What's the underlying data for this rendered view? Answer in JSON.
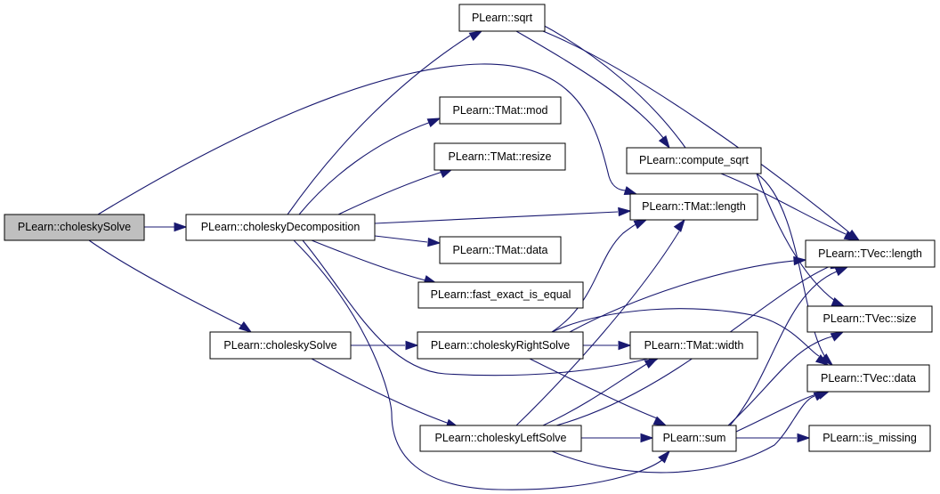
{
  "nodes": [
    {
      "id": "root",
      "label": "PLearn::choleskySolve"
    },
    {
      "id": "cdec",
      "label": "PLearn::choleskyDecomposition"
    },
    {
      "id": "csol2",
      "label": "PLearn::choleskySolve"
    },
    {
      "id": "sqrt",
      "label": "PLearn::sqrt"
    },
    {
      "id": "mod",
      "label": "PLearn::TMat::mod"
    },
    {
      "id": "resize",
      "label": "PLearn::TMat::resize"
    },
    {
      "id": "tmlen",
      "label": "PLearn::TMat::length"
    },
    {
      "id": "tmdata",
      "label": "PLearn::TMat::data"
    },
    {
      "id": "feq",
      "label": "PLearn::fast_exact_is_equal"
    },
    {
      "id": "crs",
      "label": "PLearn::choleskyRightSolve"
    },
    {
      "id": "tmw",
      "label": "PLearn::TMat::width"
    },
    {
      "id": "cls",
      "label": "PLearn::choleskyLeftSolve"
    },
    {
      "id": "sum",
      "label": "PLearn::sum"
    },
    {
      "id": "csqrt",
      "label": "PLearn::compute_sqrt"
    },
    {
      "id": "tvlen",
      "label": "PLearn::TVec::length"
    },
    {
      "id": "tvsize",
      "label": "PLearn::TVec::size"
    },
    {
      "id": "tvdata",
      "label": "PLearn::TVec::data"
    },
    {
      "id": "ism",
      "label": "PLearn::is_missing"
    }
  ],
  "edges": [
    {
      "from": "root",
      "to": "cdec"
    },
    {
      "from": "root",
      "to": "csol2"
    },
    {
      "from": "root",
      "to": "tmlen"
    },
    {
      "from": "cdec",
      "to": "sqrt"
    },
    {
      "from": "cdec",
      "to": "mod"
    },
    {
      "from": "cdec",
      "to": "resize"
    },
    {
      "from": "cdec",
      "to": "tmlen"
    },
    {
      "from": "cdec",
      "to": "tmdata"
    },
    {
      "from": "cdec",
      "to": "feq"
    },
    {
      "from": "cdec",
      "to": "tmw"
    },
    {
      "from": "cdec",
      "to": "sum"
    },
    {
      "from": "csol2",
      "to": "crs"
    },
    {
      "from": "csol2",
      "to": "cls"
    },
    {
      "from": "crs",
      "to": "tmlen"
    },
    {
      "from": "crs",
      "to": "tmw"
    },
    {
      "from": "crs",
      "to": "sum"
    },
    {
      "from": "crs",
      "to": "tvlen"
    },
    {
      "from": "crs",
      "to": "tvdata"
    },
    {
      "from": "cls",
      "to": "sum"
    },
    {
      "from": "cls",
      "to": "tmlen"
    },
    {
      "from": "cls",
      "to": "tmw"
    },
    {
      "from": "cls",
      "to": "tvlen"
    },
    {
      "from": "cls",
      "to": "tvdata"
    },
    {
      "from": "sqrt",
      "to": "csqrt"
    },
    {
      "from": "sqrt",
      "to": "tvlen"
    },
    {
      "from": "csqrt",
      "to": "sqrt"
    },
    {
      "from": "csqrt",
      "to": "tvlen"
    },
    {
      "from": "csqrt",
      "to": "tvsize"
    },
    {
      "from": "csqrt",
      "to": "tvdata"
    },
    {
      "from": "sum",
      "to": "tvlen"
    },
    {
      "from": "sum",
      "to": "tvsize"
    },
    {
      "from": "sum",
      "to": "tvdata"
    },
    {
      "from": "sum",
      "to": "ism"
    }
  ],
  "colors": {
    "edge": "#191970",
    "node_border": "#000000",
    "root_fill": "#bfbfbf",
    "node_fill": "#ffffff"
  }
}
